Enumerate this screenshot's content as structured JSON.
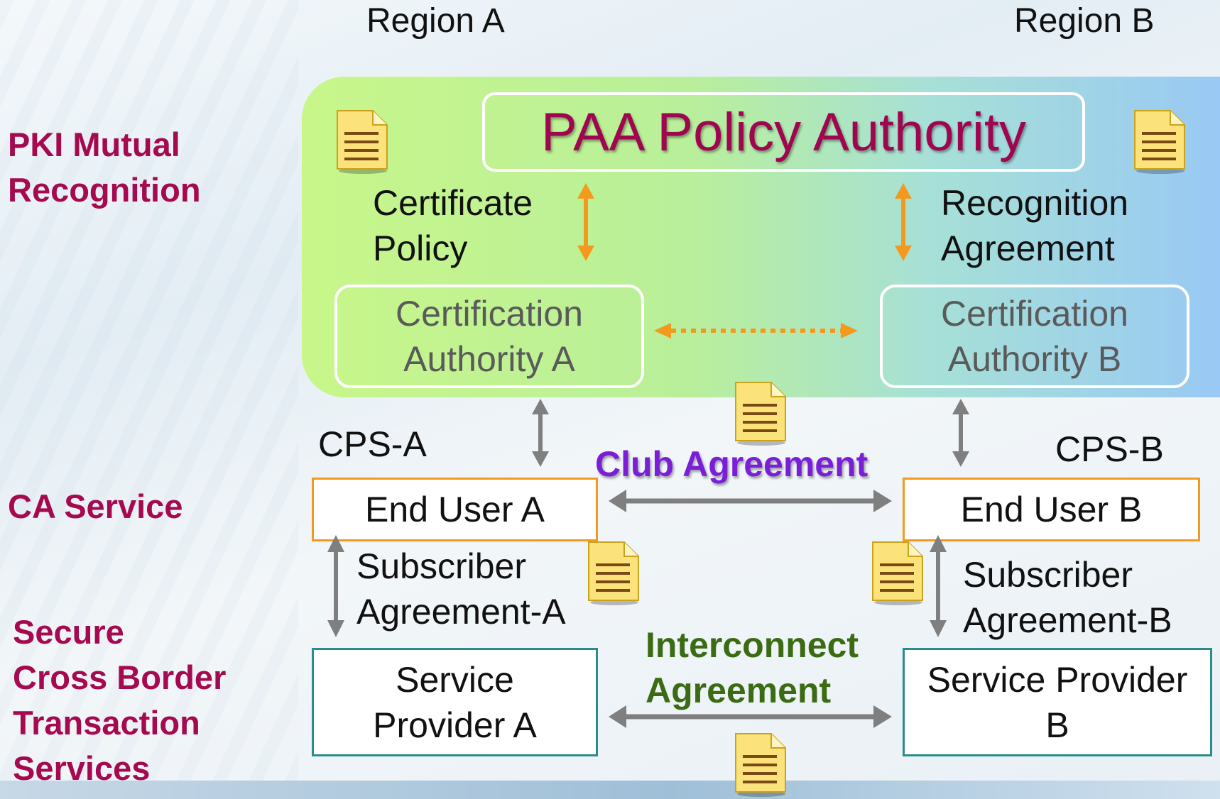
{
  "regions": {
    "a": "Region A",
    "b": "Region B"
  },
  "rows": {
    "pki_line1": "PKI Mutual",
    "pki_line2": "Recognition",
    "ca_service": "CA Service",
    "secure_line1": "Secure",
    "secure_line2": "Cross Border",
    "secure_line3": "Transaction",
    "secure_line4": "Services"
  },
  "paa": {
    "title": "PAA Policy Authority"
  },
  "policy_labels": {
    "certificate_line1": "Certificate",
    "certificate_line2": "Policy",
    "recognition_line1": "Recognition",
    "recognition_line2": "Agreement"
  },
  "ca": {
    "a_line1": "Certification",
    "a_line2": "Authority A",
    "b_line1": "Certification",
    "b_line2": "Authority B"
  },
  "cps": {
    "a": "CPS-A",
    "b": "CPS-B"
  },
  "club_agreement": "Club Agreement",
  "end_users": {
    "a": "End User A",
    "b": "End User B"
  },
  "subscriber": {
    "a_line1": "Subscriber",
    "a_line2": "Agreement-A",
    "b_line1": "Subscriber",
    "b_line2": "Agreement-B"
  },
  "interconnect": {
    "line1": "Interconnect",
    "line2": "Agreement"
  },
  "service_providers": {
    "a_line1": "Service",
    "a_line2": "Provider A",
    "b_line1": "Service Provider",
    "b_line2": "B"
  },
  "colors": {
    "row_label": "#a5094f",
    "paa_title": "#a0054f",
    "club_agreement": "#7a1ed8",
    "interconnect": "#3b6b12",
    "orange_arrow": "#f39a1e",
    "gray_arrow": "#7f7f7f",
    "end_user_border": "#f39a1e",
    "service_provider_border": "#2a8c8c"
  },
  "icons": {
    "document": "document-icon"
  }
}
